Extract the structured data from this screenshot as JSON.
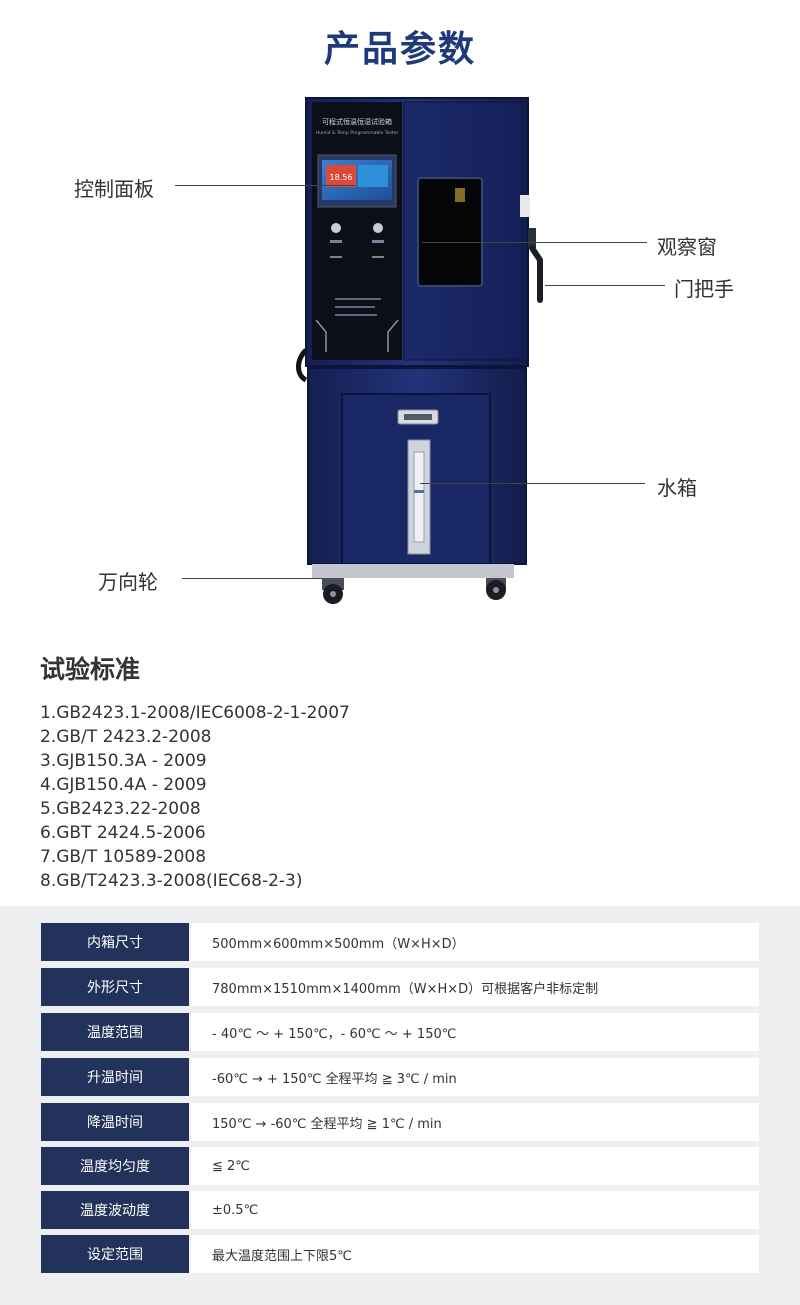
{
  "page": {
    "title": "产品参数"
  },
  "callouts": {
    "control_panel": "控制面板",
    "observation_window": "观察窗",
    "door_handle": "门把手",
    "water_tank": "水箱",
    "caster_wheel": "万向轮"
  },
  "machine_text": {
    "panel_title_cn": "可程式恒温恒湿试验箱",
    "panel_title_en": "Humid & Temp Programmable Tester",
    "screen_value": "18.56"
  },
  "standards": {
    "title": "试验标准",
    "items": [
      "1.GB2423.1-2008/IEC6008-2-1-2007",
      "2.GB/T 2423.2-2008",
      "3.GJB150.3A - 2009",
      "4.GJB150.4A - 2009",
      "5.GB2423.22-2008",
      "6.GBT 2424.5-2006",
      "7.GB/T 10589-2008",
      "8.GB/T2423.3-2008(IEC68-2-3)"
    ]
  },
  "specs": [
    {
      "key": "内箱尺寸",
      "value": "500mm×600mm×500mm（W×H×D）"
    },
    {
      "key": "外形尺寸",
      "value": "780mm×1510mm×1400mm（W×H×D）可根据客户非标定制"
    },
    {
      "key": "温度范围",
      "value": "- 40℃ ～ + 150℃，- 60℃ ～ + 150℃"
    },
    {
      "key": "升温时间",
      "value": "-60℃ → + 150℃ 全程平均 ≧ 3℃ / min"
    },
    {
      "key": "降温时间",
      "value": "150℃ → -60℃ 全程平均 ≧ 1℃ / min"
    },
    {
      "key": "温度均匀度",
      "value": "≦ 2℃"
    },
    {
      "key": "温度波动度",
      "value": "±0.5℃"
    },
    {
      "key": "设定范围",
      "value": "最大温度范围上下限5℃"
    }
  ],
  "colors": {
    "title": "#1f3a7a",
    "machine_body": "#1c2a66",
    "spec_key_bg": "#22325a",
    "spec_bg": "#eeeff1"
  }
}
